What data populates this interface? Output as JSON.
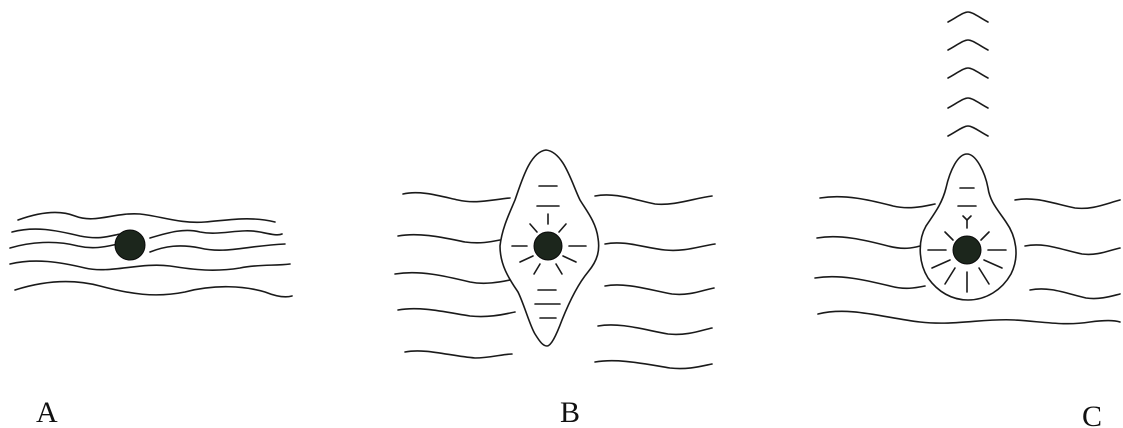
{
  "diagram": {
    "panels": [
      {
        "id": "A",
        "label": "A"
      },
      {
        "id": "B",
        "label": "B"
      },
      {
        "id": "C",
        "label": "C"
      }
    ],
    "colors": {
      "stroke": "#1a1a1a",
      "particle": "#1c261c",
      "background": "#ffffff"
    }
  }
}
